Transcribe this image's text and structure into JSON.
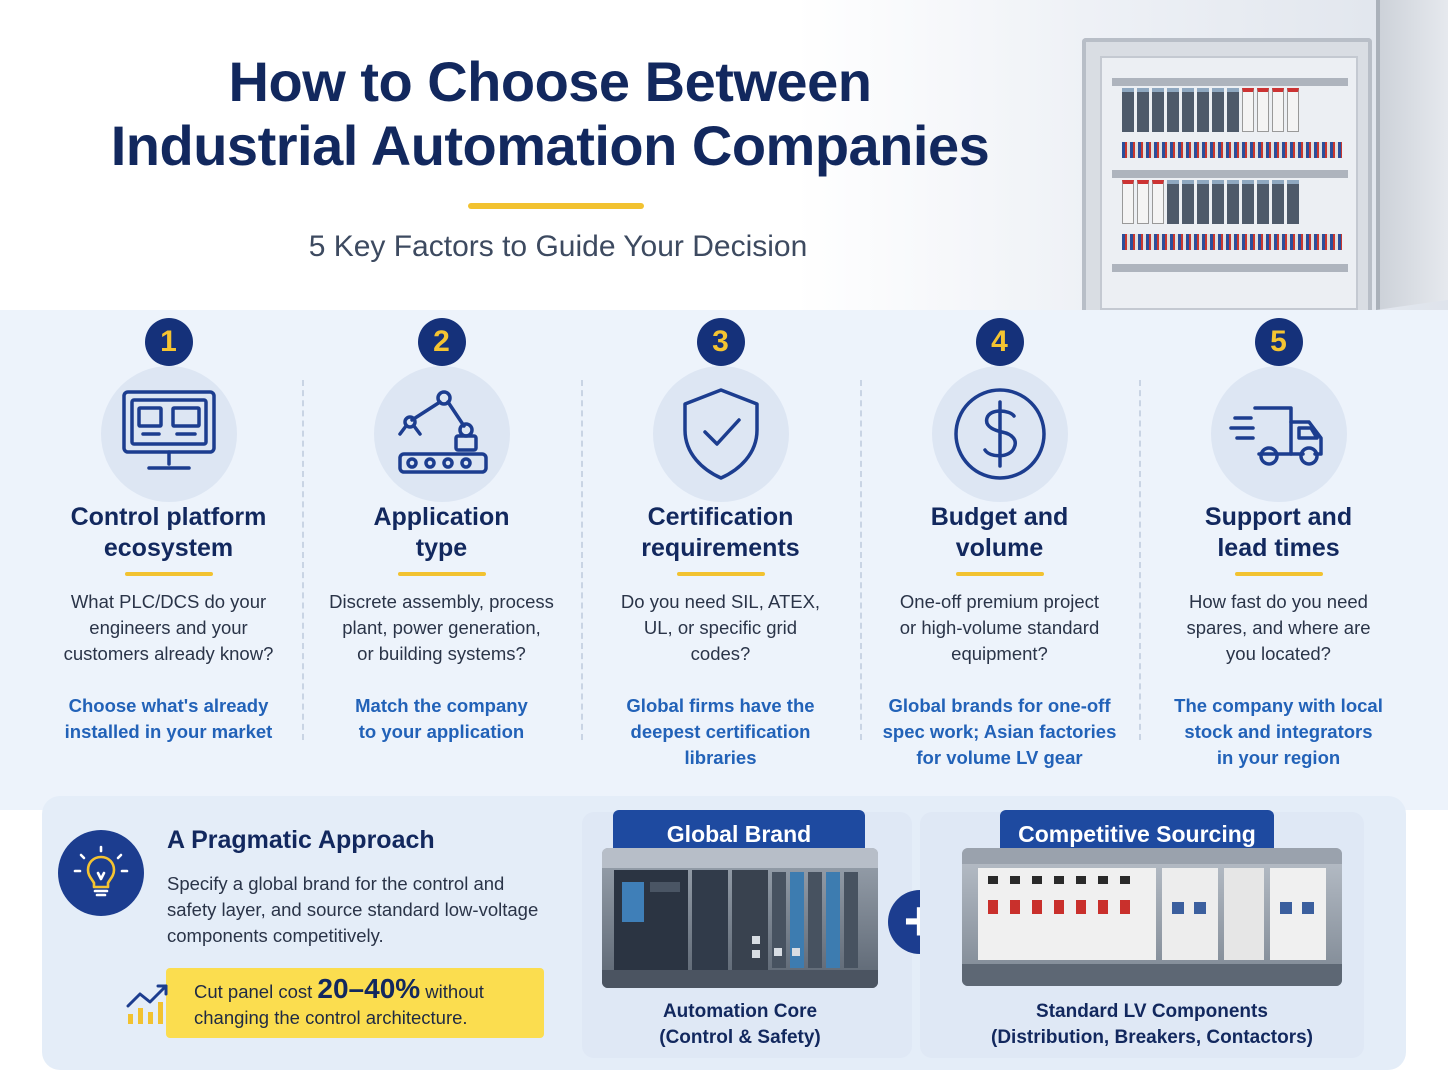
{
  "header": {
    "title_line1": "How to Choose Between",
    "title_line2": "Industrial Automation Companies",
    "subtitle": "5 Key Factors to Guide Your Decision"
  },
  "factors": [
    {
      "number": "1",
      "icon": "monitor-icon",
      "title_line1": "Control platform",
      "title_line2": "ecosystem",
      "desc_lines": [
        "What PLC/DCS do your",
        "engineers and your",
        "customers already know?"
      ],
      "tip_lines": [
        "Choose what's already",
        "installed in your market"
      ]
    },
    {
      "number": "2",
      "icon": "robot-arm-icon",
      "title_line1": "Application",
      "title_line2": "type",
      "desc_lines": [
        "Discrete assembly, process",
        "plant, power generation,",
        "or building systems?"
      ],
      "tip_lines": [
        "Match the company",
        "to your application"
      ]
    },
    {
      "number": "3",
      "icon": "shield-check-icon",
      "title_line1": "Certification",
      "title_line2": "requirements",
      "desc_lines": [
        "Do you need SIL, ATEX,",
        "UL, or specific grid",
        "codes?"
      ],
      "tip_lines": [
        "Global firms have the",
        "deepest certification",
        "libraries"
      ]
    },
    {
      "number": "4",
      "icon": "dollar-icon",
      "title_line1": "Budget and",
      "title_line2": "volume",
      "desc_lines": [
        "One-off premium project",
        "or high-volume standard",
        "equipment?"
      ],
      "tip_lines": [
        "Global brands for one-off",
        "spec work; Asian factories",
        "for volume LV gear"
      ]
    },
    {
      "number": "5",
      "icon": "truck-icon",
      "title_line1": "Support and",
      "title_line2": "lead times",
      "desc_lines": [
        "How fast do you need",
        "spares, and where are",
        "you located?"
      ],
      "tip_lines": [
        "The company with local",
        "stock and integrators",
        "in your region"
      ]
    }
  ],
  "approach": {
    "title": "A Pragmatic Approach",
    "text_lines": [
      "Specify a global brand for the control and",
      "safety layer, and source standard low-voltage",
      "components competitively."
    ],
    "highlight_pre": "Cut panel cost ",
    "highlight_value": "20–40%",
    "highlight_post": " without",
    "highlight_line2": "changing the control architecture."
  },
  "panels": {
    "global": {
      "tab": "Global Brand",
      "caption_line1": "Automation Core",
      "caption_line2": "(Control & Safety)"
    },
    "sourcing": {
      "tab": "Competitive Sourcing",
      "caption_line1": "Standard LV Components",
      "caption_line2": "(Distribution, Breakers, Contactors)"
    }
  },
  "colors": {
    "navy": "#12285e",
    "accent_yellow": "#f2c230",
    "tip_blue": "#2262b8",
    "badge_navy": "#15317a"
  }
}
